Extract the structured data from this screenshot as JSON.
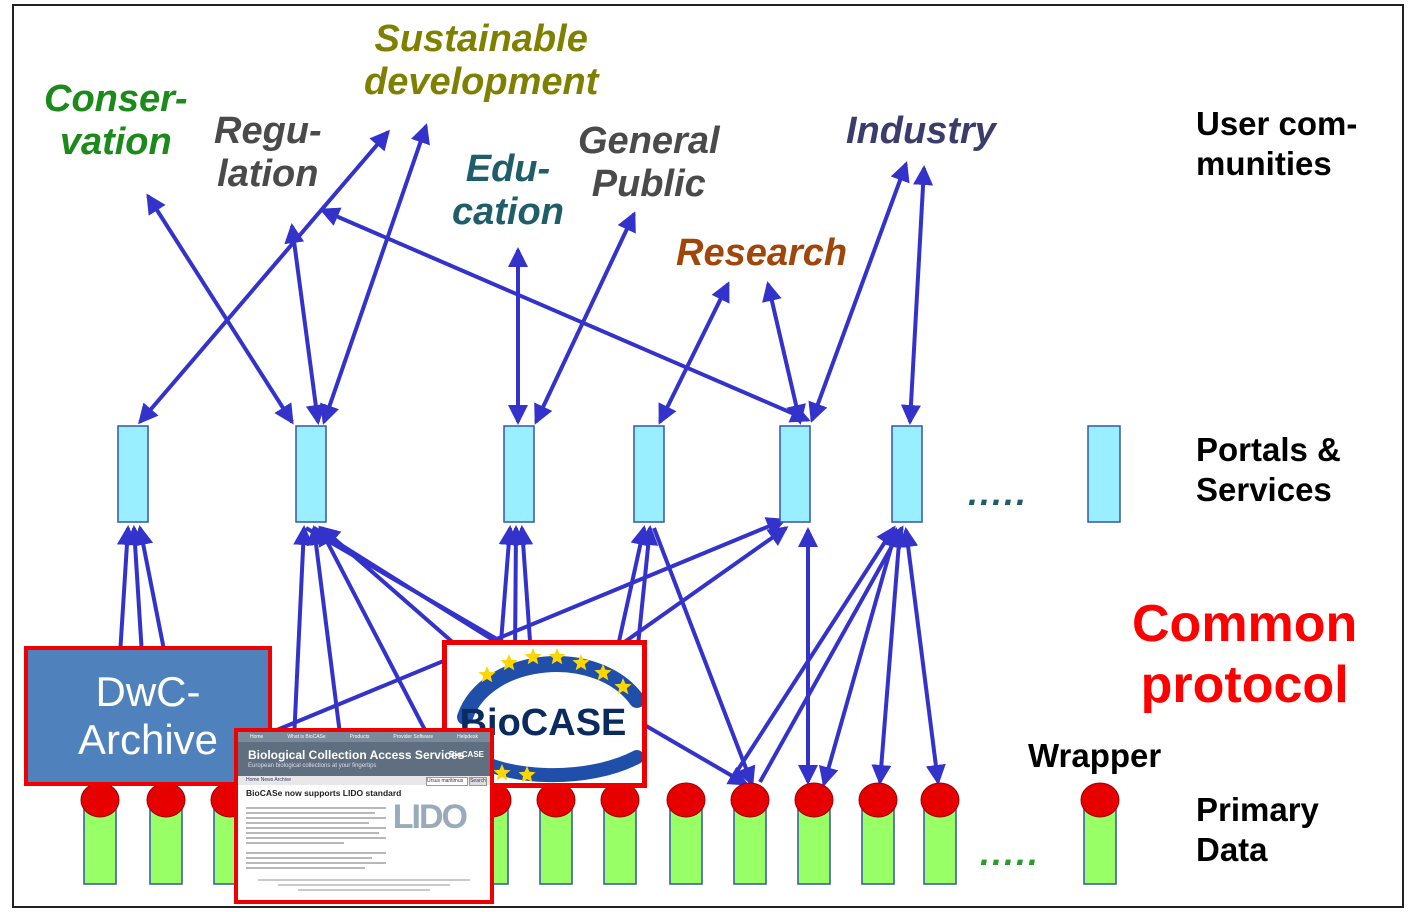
{
  "communities": {
    "conservation": "Conser-\nvation",
    "regulation": "Regu-\nlation",
    "sustainable": "Sustainable\ndevelopment",
    "education": "Edu-\ncation",
    "general_public": "General\nPublic",
    "research": "Research",
    "industry": "Industry"
  },
  "colors": {
    "conservation": "#1b8a1b",
    "regulation": "#4a4a4a",
    "sustainable": "#808000",
    "education": "#1f5d6b",
    "general_public": "#4a4a4a",
    "research": "#a0460a",
    "industry": "#3c3c6c",
    "arrow": "#3333cc",
    "portal": "#99eeff",
    "primary": "#99ff66",
    "wrapper": "#e60000",
    "common_protocol": "#ff0000",
    "dots_portal": "#1f5d6b",
    "dots_primary": "#2a9a2a"
  },
  "layers": {
    "user_communities": "User com-\nmunities",
    "portals": "Portals &\nServices",
    "common_protocol": "Common\nprotocol",
    "wrapper": "Wrapper",
    "primary_data": "Primary\nData"
  },
  "ellipsis": {
    "portals": ".....",
    "primary": "....."
  },
  "dwc_box": {
    "line1": "DwC-",
    "line2": "Archive"
  },
  "biocase_logo": "BioCASE",
  "screenshot": {
    "title": "Biological Collection Access Services",
    "subtitle": "European biological collections at your fingertips",
    "nav": [
      "Home",
      "What is BioCASe",
      "Products",
      "Provider Software",
      "Helpdesk"
    ],
    "breadcrumb": "Home  News Archive",
    "search_value": "Ursus maritimus",
    "search_button": "Search",
    "headline": "BioCASe now supports LIDO standard",
    "logo_text": "BioCASE",
    "lido": "LIDO"
  }
}
